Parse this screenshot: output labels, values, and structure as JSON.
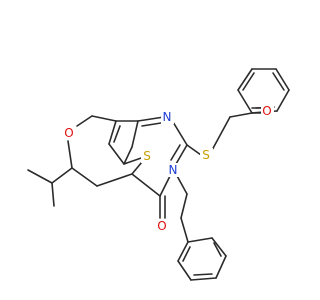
{
  "molecule": {
    "atoms": [
      {
        "id": "S1",
        "label": "S",
        "color": "#c8a000"
      },
      {
        "id": "N1",
        "label": "N",
        "color": "#1f3fd6"
      },
      {
        "id": "S2",
        "label": "S",
        "color": "#c8a000"
      },
      {
        "id": "O1",
        "label": "O",
        "color": "#e01010"
      },
      {
        "id": "O2",
        "label": "O",
        "color": "#e01010"
      },
      {
        "id": "N2",
        "label": "N",
        "color": "#1f3fd6"
      },
      {
        "id": "O3",
        "label": "O",
        "color": "#e01010"
      }
    ],
    "bond_color": "#2b2b2b"
  }
}
